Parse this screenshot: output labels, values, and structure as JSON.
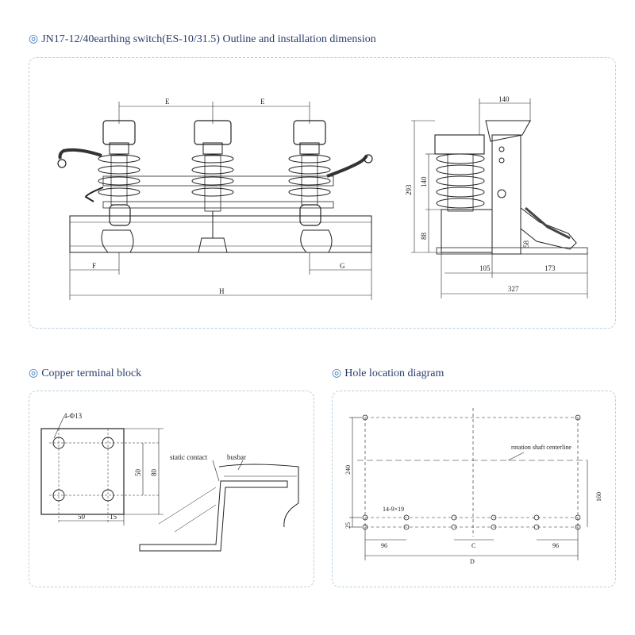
{
  "section_outline": {
    "title": "JN17-12/40earthing switch(ES-10/31.5) Outline and installation dimension",
    "front_view": {
      "dim_top_left": "E",
      "dim_top_right": "E",
      "dim_left": "F",
      "dim_right": "G",
      "dim_overall": "H"
    },
    "side_view": {
      "dim_140_top": "140",
      "dim_293": "293",
      "dim_140_mid": "140",
      "dim_88": "88",
      "dim_58": "58",
      "dim_105": "105",
      "dim_173": "173",
      "dim_327": "327"
    }
  },
  "section_terminal": {
    "title": "Copper terminal block",
    "hole_label": "4-Φ13",
    "dim_50_v": "50",
    "dim_80": "80",
    "dim_50_h": "50",
    "dim_15": "15",
    "static_contact_label": "static contact",
    "busbar_label": "busbar"
  },
  "section_holes": {
    "title": "Hole location diagram",
    "rotation_label": "rotation shaft centerline",
    "dim_240": "240",
    "dim_160": "160",
    "dim_25": "25",
    "slot_label": "14-9×19",
    "dim_96_left": "96",
    "dim_c": "C",
    "dim_96_right": "96",
    "dim_d": "D"
  },
  "colors": {
    "heading": "#2a3d6b",
    "marker": "#3b78b8",
    "panel_border": "#b9cfe0",
    "line": "#222222"
  }
}
